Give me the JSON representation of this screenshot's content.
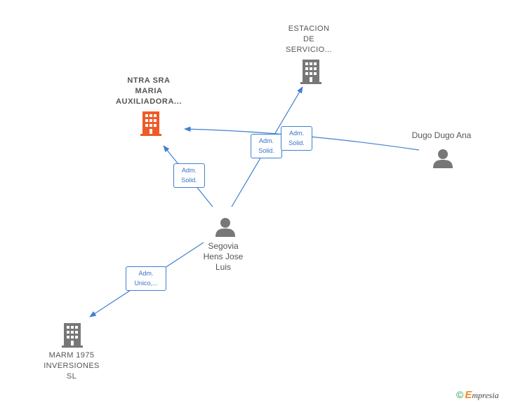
{
  "colors": {
    "edge": "#3f7fd1",
    "company": "#777777",
    "company_highlight": "#f05a28",
    "person": "#777777",
    "footer_brand": "#f08a24"
  },
  "nodes": {
    "estacion": {
      "label_lines": [
        "ESTACION",
        "DE",
        "SERVICIO..."
      ],
      "icon": "building-icon"
    },
    "ntra_sra": {
      "label_lines": [
        "NTRA SRA",
        "MARIA",
        "AUXILIADORA..."
      ],
      "icon": "building-icon"
    },
    "dugo": {
      "label_lines": [
        "Dugo Dugo Ana"
      ],
      "icon": "person-icon"
    },
    "segovia": {
      "label_lines": [
        "Segovia",
        "Hens Jose",
        "Luis"
      ],
      "icon": "person-icon"
    },
    "marm": {
      "label_lines": [
        "MARM 1975",
        "INVERSIONES",
        "SL"
      ],
      "icon": "building-icon"
    }
  },
  "edges": {
    "segovia_estacion": {
      "label_lines": [
        "Adm.",
        "Solid."
      ]
    },
    "dugo_ntra": {
      "label_lines": [
        "Adm.",
        "Solid."
      ]
    },
    "segovia_ntra": {
      "label_lines": [
        "Adm.",
        "Solid."
      ]
    },
    "segovia_marm": {
      "label_lines": [
        "Adm.",
        "Unico,..."
      ]
    }
  },
  "footer": {
    "copyright_symbol": "©",
    "brand_first": "E",
    "brand_rest": "mpresia"
  }
}
